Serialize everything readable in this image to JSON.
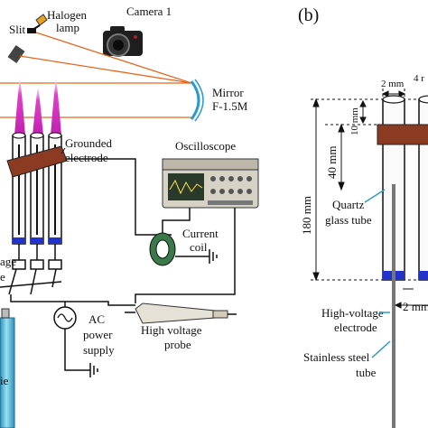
{
  "panel_b": "(b)",
  "labels": {
    "slit": "Slit",
    "halogen1": "Halogen",
    "halogen2": "lamp",
    "camera": "Camera 1",
    "mirror1": "Mirror",
    "mirror2": "F-1.5M",
    "grounded1": "Grounded",
    "grounded2": "electrode",
    "oscilloscope": "Oscilloscope",
    "current1": "Current",
    "current2": "coil",
    "age": "age",
    "e_frag": "e",
    "ac1": "AC",
    "ac2": "power",
    "ac3": "supply",
    "hv1": "High voltage",
    "hv2": "probe",
    "ie": "ie"
  },
  "dims": {
    "d2mm": "2 mm",
    "d4": "4 r",
    "d10mm": "10 mm",
    "d40mm": "40 mm",
    "d180mm": "180 mm",
    "d2mm_bottom": "2 mm"
  },
  "labels_b": {
    "quartz1": "Quartz",
    "quartz2": "glass tube",
    "hv1": "High-voltage",
    "hv2": "electrode",
    "ss1": "Stainless steel",
    "ss2": "tube"
  },
  "colors": {
    "laser": "#e8661c",
    "plasma": "#e040c8",
    "electrode": "#8a3b22",
    "blue_tip": "#2233cc",
    "gas": "#40b8d8",
    "guide": "#2a9ad0"
  }
}
